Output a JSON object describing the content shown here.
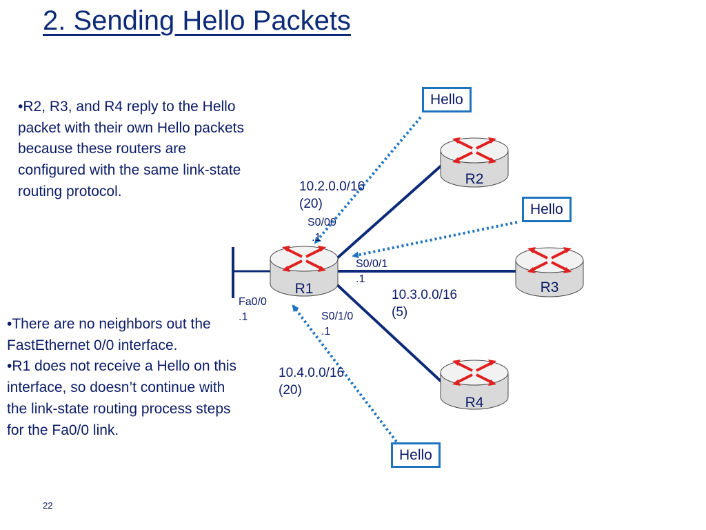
{
  "slide": {
    "title": "2. Sending Hello Packets",
    "page_number": "22"
  },
  "text_blocks": {
    "reply_note": "•R2, R3, and R4 reply to the Hello packet with their own Hello packets because these routers are configured with the same link-state routing protocol.",
    "fa_note_1": "•There are no neighbors out the FastEthernet 0/0 interface.",
    "fa_note_2": "•R1 does not receive a Hello on this interface, so doesn’t continue with the link-state routing process steps for the Fa0/0 link."
  },
  "routers": [
    {
      "name": "R1"
    },
    {
      "name": "R2"
    },
    {
      "name": "R3"
    },
    {
      "name": "R4"
    }
  ],
  "links": {
    "r1_r2": {
      "network": "10.2.0.0/16",
      "cost": "(20)",
      "interface": "S0/00",
      "address": ".1"
    },
    "r1_r3": {
      "network": "10.3.0.0/16",
      "cost": "(5)",
      "interface": "S0/0/1",
      "address": ".1"
    },
    "r1_r4": {
      "network": "10.4.0.0/16",
      "cost": "(20)",
      "interface": "S0/1/0",
      "address": ".1"
    },
    "r1_lan": {
      "interface": "Fa0/0",
      "address": ".1"
    }
  },
  "hello_boxes": [
    "Hello",
    "Hello",
    "Hello"
  ],
  "colors": {
    "title": "#0d2a78",
    "text": "#0a1a66",
    "link_line": "#0d2a78",
    "hello_border": "#1e73be",
    "hello_arrow": "#1e73be",
    "router_arrow": "#e02020"
  }
}
